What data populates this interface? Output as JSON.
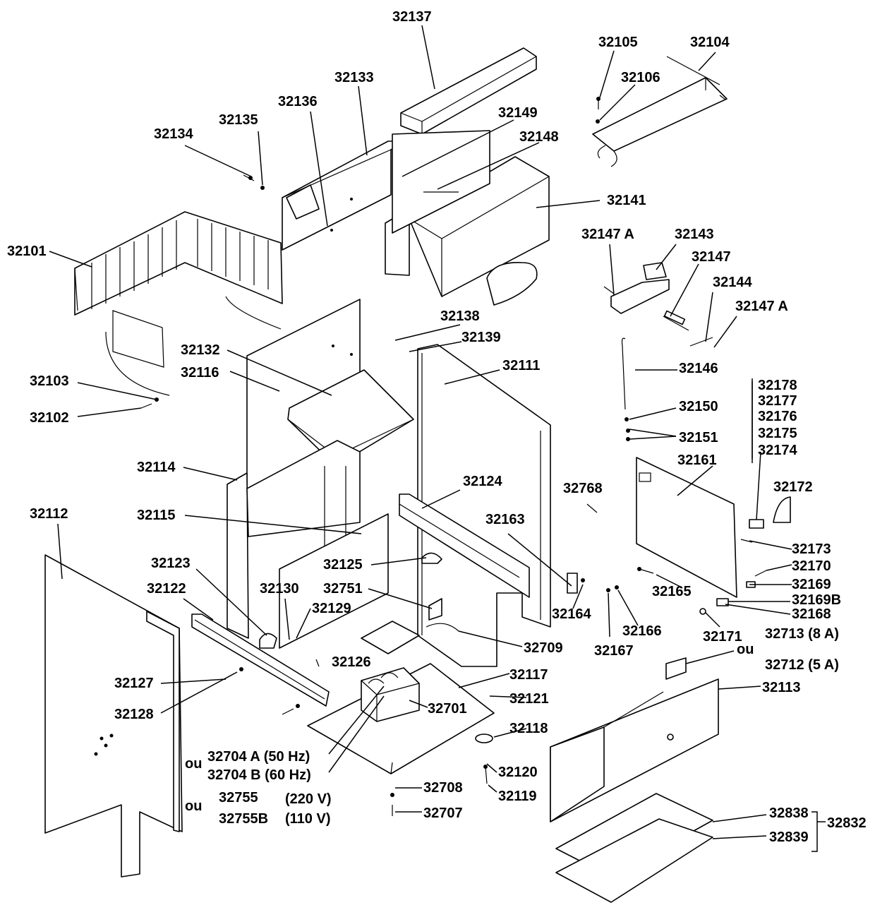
{
  "labels": {
    "p32137": "32137",
    "p32105": "32105",
    "p32104": "32104",
    "p32133": "32133",
    "p32106": "32106",
    "p32136": "32136",
    "p32149": "32149",
    "p32135": "32135",
    "p32134": "32134",
    "p32148": "32148",
    "p32141": "32141",
    "p32147A_top": "32147 A",
    "p32143": "32143",
    "p32147": "32147",
    "p32101": "32101",
    "p32144": "32144",
    "p32147A_right": "32147 A",
    "p32138": "32138",
    "p32139": "32139",
    "p32132": "32132",
    "p32111": "32111",
    "p32116": "32116",
    "p32146": "32146",
    "p32103": "32103",
    "p32178": "32178",
    "p32177": "32177",
    "p32150": "32150",
    "p32176": "32176",
    "p32102": "32102",
    "p32175": "32175",
    "p32151": "32151",
    "p32174": "32174",
    "p32161": "32161",
    "p32114": "32114",
    "p32124": "32124",
    "p32768": "32768",
    "p32172": "32172",
    "p32112": "32112",
    "p32115": "32115",
    "p32163": "32163",
    "p32123": "32123",
    "p32173": "32173",
    "p32125": "32125",
    "p32170": "32170",
    "p32122": "32122",
    "p32130": "32130",
    "p32751": "32751",
    "p32169": "32169",
    "p32165": "32165",
    "p32169B": "32169B",
    "p32129": "32129",
    "p32164": "32164",
    "p32168": "32168",
    "p32166": "32166",
    "p32171": "32171",
    "p32713": "32713 (8 A)",
    "p32709": "32709",
    "p32167": "32167",
    "ou_right": "ou",
    "p32126": "32126",
    "p32117": "32117",
    "p32712": "32712 (5 A)",
    "p32127": "32127",
    "p32121": "32121",
    "p32113": "32113",
    "p32701": "32701",
    "p32128": "32128",
    "p32118": "32118",
    "ou_1": "ou",
    "p32704A": "32704 A (50 Hz)",
    "p32704B": "32704 B (60 Hz)",
    "p32120": "32120",
    "p32119": "32119",
    "p32755": "32755",
    "v220": "(220 V)",
    "ou_2": "ou",
    "p32708": "32708",
    "p32755B": "32755B",
    "v110": "(110 V)",
    "p32707": "32707",
    "p32838": "32838",
    "p32832": "32832",
    "p32839": "32839"
  }
}
